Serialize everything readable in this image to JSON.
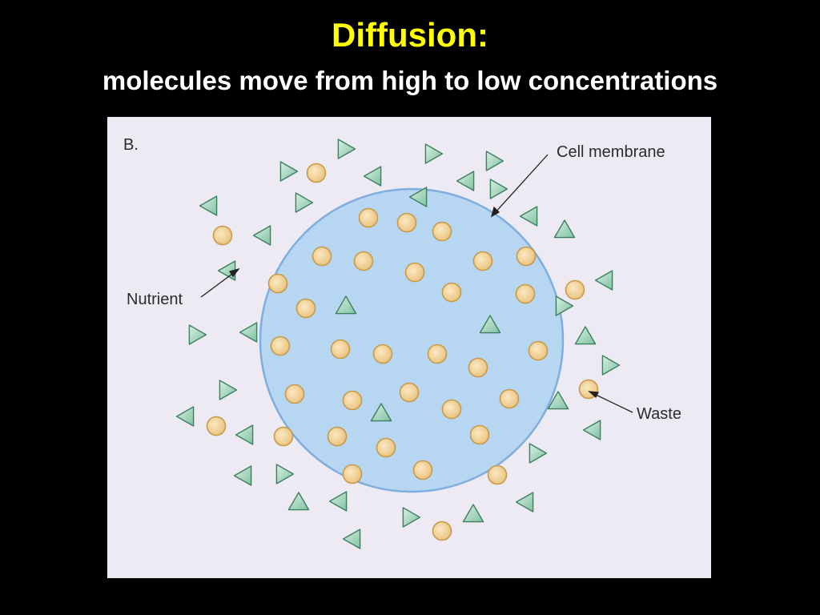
{
  "slide": {
    "title": "Diffusion:",
    "subtitle": "molecules move from high to low concentrations"
  },
  "figure": {
    "panel_label": "B.",
    "labels": {
      "membrane": "Cell membrane",
      "nutrient": "Nutrient",
      "waste": "Waste"
    }
  },
  "colors": {
    "background": "#000000",
    "title": "#ffff00",
    "subtitle": "#ffffff",
    "panel": "#eeeaf3",
    "cell_fill": "#b7d6f1",
    "cell_stroke": "#7eaee0",
    "nutrient_fill": "#9ed3b8",
    "nutrient_stroke": "#3e7f62",
    "waste_fill": "#f2d39a",
    "waste_stroke": "#c79a48"
  }
}
